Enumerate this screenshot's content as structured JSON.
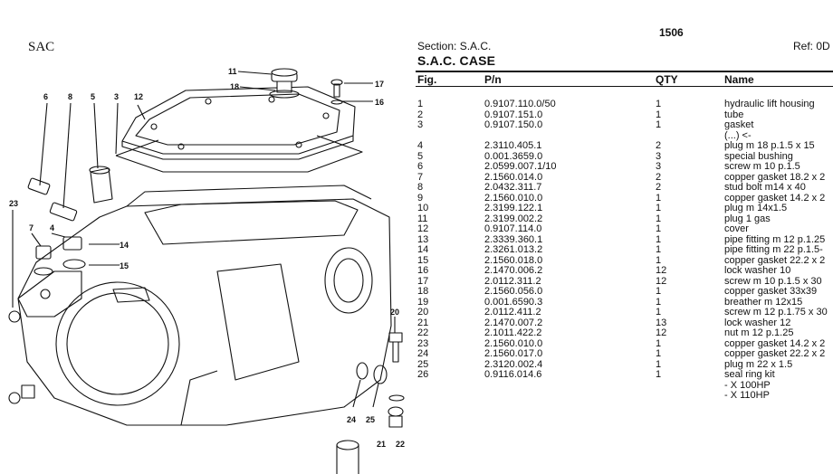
{
  "page_number": "1506",
  "left_label": "SAC",
  "section": "Section: S.A.C.",
  "ref": "Ref: 0D",
  "title": "S.A.C. CASE",
  "headers": {
    "fig": "Fig.",
    "pn": "P/n",
    "qty": "QTY",
    "name": "Name"
  },
  "parts": [
    {
      "fig": "1",
      "pn": "0.9107.110.0/50",
      "qty": "1",
      "name": "hydraulic lift housing"
    },
    {
      "fig": "2",
      "pn": "0.9107.151.0",
      "qty": "1",
      "name": "tube"
    },
    {
      "fig": "3",
      "pn": "0.9107.150.0",
      "qty": "1",
      "name": "gasket"
    },
    {
      "fig": "",
      "pn": "",
      "qty": "",
      "name": "(...) <-"
    },
    {
      "fig": "4",
      "pn": "2.3110.405.1",
      "qty": "2",
      "name": "plug m 18 p.1.5 x 15"
    },
    {
      "fig": "5",
      "pn": "0.001.3659.0",
      "qty": "3",
      "name": "special bushing"
    },
    {
      "fig": "6",
      "pn": "2.0599.007.1/10",
      "qty": "3",
      "name": "screw m 10 p.1.5"
    },
    {
      "fig": "7",
      "pn": "2.1560.014.0",
      "qty": "2",
      "name": "copper gasket 18.2 x 2"
    },
    {
      "fig": "8",
      "pn": "2.0432.311.7",
      "qty": "2",
      "name": "stud bolt m14 x 40"
    },
    {
      "fig": "9",
      "pn": "2.1560.010.0",
      "qty": "1",
      "name": "copper gasket 14.2 x 2"
    },
    {
      "fig": "10",
      "pn": "2.3199.122.1",
      "qty": "1",
      "name": "plug m 14x1.5"
    },
    {
      "fig": "11",
      "pn": "2.3199.002.2",
      "qty": "1",
      "name": "plug 1 gas"
    },
    {
      "fig": "12",
      "pn": "0.9107.114.0",
      "qty": "1",
      "name": "cover"
    },
    {
      "fig": "13",
      "pn": "2.3339.360.1",
      "qty": "1",
      "name": "pipe fitting m 12 p.1.25"
    },
    {
      "fig": "14",
      "pn": "2.3261.013.2",
      "qty": "1",
      "name": "pipe fitting m 22 p.1.5-"
    },
    {
      "fig": "15",
      "pn": "2.1560.018.0",
      "qty": "1",
      "name": "copper gasket 22.2 x 2"
    },
    {
      "fig": "16",
      "pn": "2.1470.006.2",
      "qty": "12",
      "name": "lock washer 10"
    },
    {
      "fig": "17",
      "pn": "2.0112.311.2",
      "qty": "12",
      "name": "screw m 10 p.1.5 x 30"
    },
    {
      "fig": "18",
      "pn": "2.1560.056.0",
      "qty": "1",
      "name": "copper gasket 33x39"
    },
    {
      "fig": "19",
      "pn": "0.001.6590.3",
      "qty": "1",
      "name": "breather m 12x15"
    },
    {
      "fig": "20",
      "pn": "2.0112.411.2",
      "qty": "1",
      "name": "screw m 12 p.1.75 x 30"
    },
    {
      "fig": "21",
      "pn": "2.1470.007.2",
      "qty": "13",
      "name": "lock washer 12"
    },
    {
      "fig": "22",
      "pn": "2.1011.422.2",
      "qty": "12",
      "name": "nut m 12 p.1.25"
    },
    {
      "fig": "23",
      "pn": "2.1560.010.0",
      "qty": "1",
      "name": "copper gasket 14.2 x 2"
    },
    {
      "fig": "24",
      "pn": "2.1560.017.0",
      "qty": "1",
      "name": "copper gasket 22.2 x 2"
    },
    {
      "fig": "25",
      "pn": "2.3120.002.4",
      "qty": "1",
      "name": "plug m 22 x 1.5"
    },
    {
      "fig": "26",
      "pn": "0.9116.014.6",
      "qty": "1",
      "name": "seal ring kit"
    },
    {
      "fig": "",
      "pn": "",
      "qty": "",
      "name": "- X 100HP"
    },
    {
      "fig": "",
      "pn": "",
      "qty": "",
      "name": "- X 110HP"
    }
  ],
  "callouts": [
    "11",
    "18",
    "17",
    "16",
    "6",
    "8",
    "5",
    "3",
    "12",
    "23",
    "7",
    "4",
    "14",
    "15",
    "20",
    "24",
    "25",
    "21",
    "22"
  ]
}
